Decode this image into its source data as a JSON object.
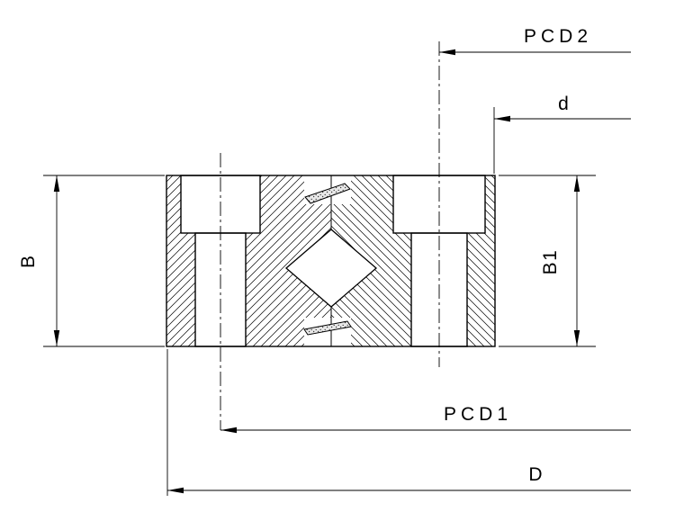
{
  "drawing": {
    "type": "bearing-cross-section-dimension-diagram",
    "labels": {
      "pcd2": "PCD2",
      "d": "d",
      "b": "B",
      "b1": "B1",
      "pcd1": "PCD1",
      "outer_diameter": "D"
    },
    "colors": {
      "line": "#000000",
      "background": "#ffffff"
    }
  }
}
